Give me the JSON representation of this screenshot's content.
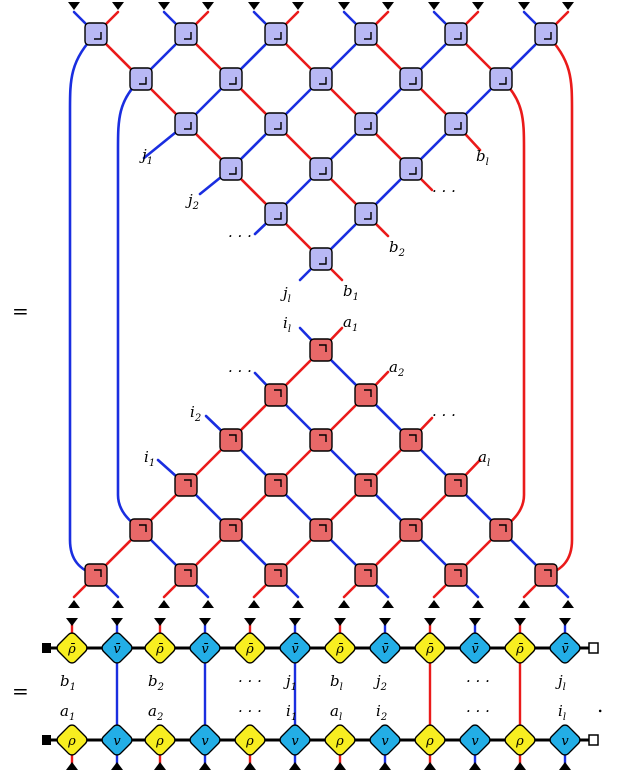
{
  "equals_sign": "=",
  "period": ".",
  "colors": {
    "red": "#ea1a1a",
    "blue": "#1a2ee0",
    "gate_top_fill": "#b8b8f4",
    "gate_bottom_fill": "#e86868",
    "rho_fill": "#f8ee20",
    "v_fill": "#23aee6"
  },
  "upper_labels": {
    "j1": "j",
    "j1_sub": "1",
    "j2": "j",
    "j2_sub": "2",
    "jl": "j",
    "jl_sub": "l",
    "dots_left": "· · ·",
    "b1": "b",
    "b1_sub": "1",
    "b2": "b",
    "b2_sub": "2",
    "bl": "b",
    "bl_sub": "l",
    "dots_right": "· · ·"
  },
  "lower_labels": {
    "il": "i",
    "il_sub": "l",
    "i1": "i",
    "i1_sub": "1",
    "i2": "i",
    "i2_sub": "2",
    "dots_left": "· · ·",
    "a1": "a",
    "a1_sub": "1",
    "a2": "a",
    "a2_sub": "2",
    "al": "a",
    "al_sub": "l",
    "dots_right": "· · ·"
  },
  "chain_top_nodes": [
    "ρ̄",
    "v̄",
    "ρ̄",
    "v̄",
    "ρ̄",
    "v̄",
    "ρ̄",
    "v̄",
    "ρ̄",
    "v̄",
    "ρ̄",
    "v̄"
  ],
  "chain_bottom_nodes": [
    "ρ",
    "v",
    "ρ",
    "v",
    "ρ",
    "v",
    "ρ",
    "v",
    "ρ",
    "v",
    "ρ",
    "v"
  ],
  "chain_top_labels": [
    {
      "t": "b",
      "s": "1"
    },
    {
      "t": "b",
      "s": "2"
    },
    {
      "t": "· · ·",
      "s": ""
    },
    {
      "t": "j",
      "s": "1"
    },
    {
      "t": "b",
      "s": "l"
    },
    {
      "t": "j",
      "s": "2"
    },
    {
      "t": "· · ·",
      "s": ""
    },
    {
      "t": "j",
      "s": "l"
    }
  ],
  "chain_bottom_labels": [
    {
      "t": "a",
      "s": "1"
    },
    {
      "t": "a",
      "s": "2"
    },
    {
      "t": "· · ·",
      "s": ""
    },
    {
      "t": "i",
      "s": "1"
    },
    {
      "t": "a",
      "s": "l"
    },
    {
      "t": "i",
      "s": "2"
    },
    {
      "t": "· · ·",
      "s": ""
    },
    {
      "t": "i",
      "s": "l"
    }
  ]
}
